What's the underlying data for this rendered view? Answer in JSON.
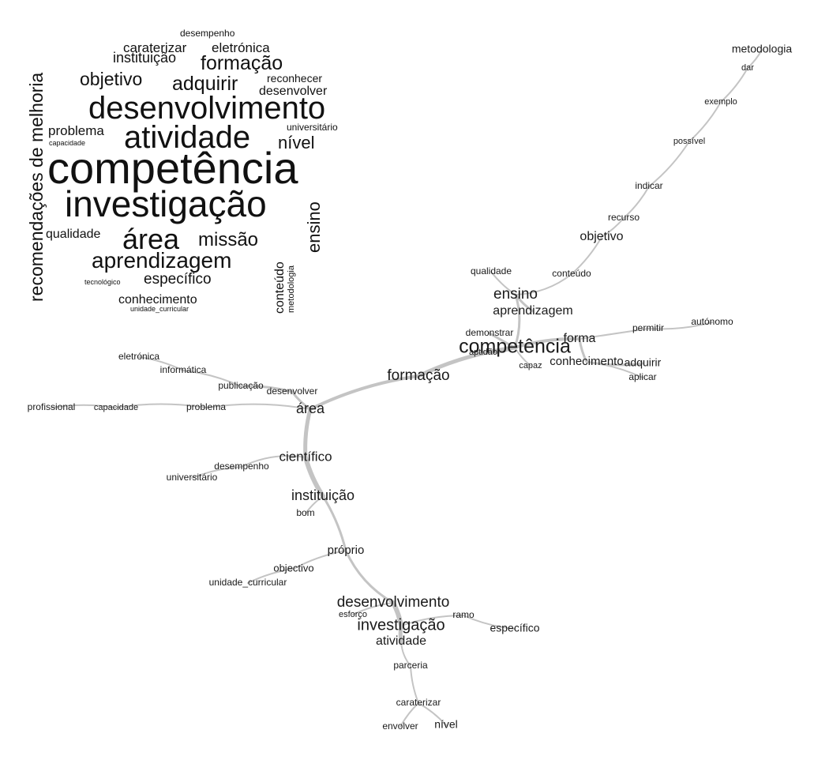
{
  "colors": {
    "background": "#ffffff",
    "text": "#111111",
    "edge": "#c4c4c4"
  },
  "word_cloud": {
    "title_rotated": "recomendações de melhoria",
    "words": [
      "competência",
      "investigação",
      "desenvolvimento",
      "atividade",
      "área",
      "aprendizagem",
      "formação",
      "adquirir",
      "objetivo",
      "missão",
      "ensino",
      "nível",
      "instituição",
      "caraterizar",
      "eletrónica",
      "desempenho",
      "reconhecer",
      "desenvolver",
      "problema",
      "universitário",
      "capacidade",
      "qualidade",
      "específico",
      "conhecimento",
      "tecnológico",
      "unidade_curricular",
      "conteúdo",
      "metodologia"
    ]
  },
  "network": {
    "nodes": [
      "competência",
      "formação",
      "área",
      "científico",
      "instituição",
      "bom",
      "próprio",
      "objectivo",
      "unidade_curricular",
      "desenvolvimento",
      "esforço",
      "investigação",
      "atividade",
      "ramo",
      "específico",
      "parceria",
      "caraterizar",
      "envolver",
      "nível",
      "desenvolver",
      "publicação",
      "informática",
      "eletrónica",
      "problema",
      "capacidade",
      "profissional",
      "desempenho",
      "universitário",
      "ensino",
      "aprendizagem",
      "qualidade",
      "conteúdo",
      "objetivo",
      "recurso",
      "indicar",
      "possível",
      "exemplo",
      "dar",
      "metodologia",
      "demonstrar",
      "aptidão",
      "capaz",
      "forma",
      "conhecimento",
      "adquirir",
      "aplicar",
      "permitir",
      "autónomo"
    ]
  }
}
